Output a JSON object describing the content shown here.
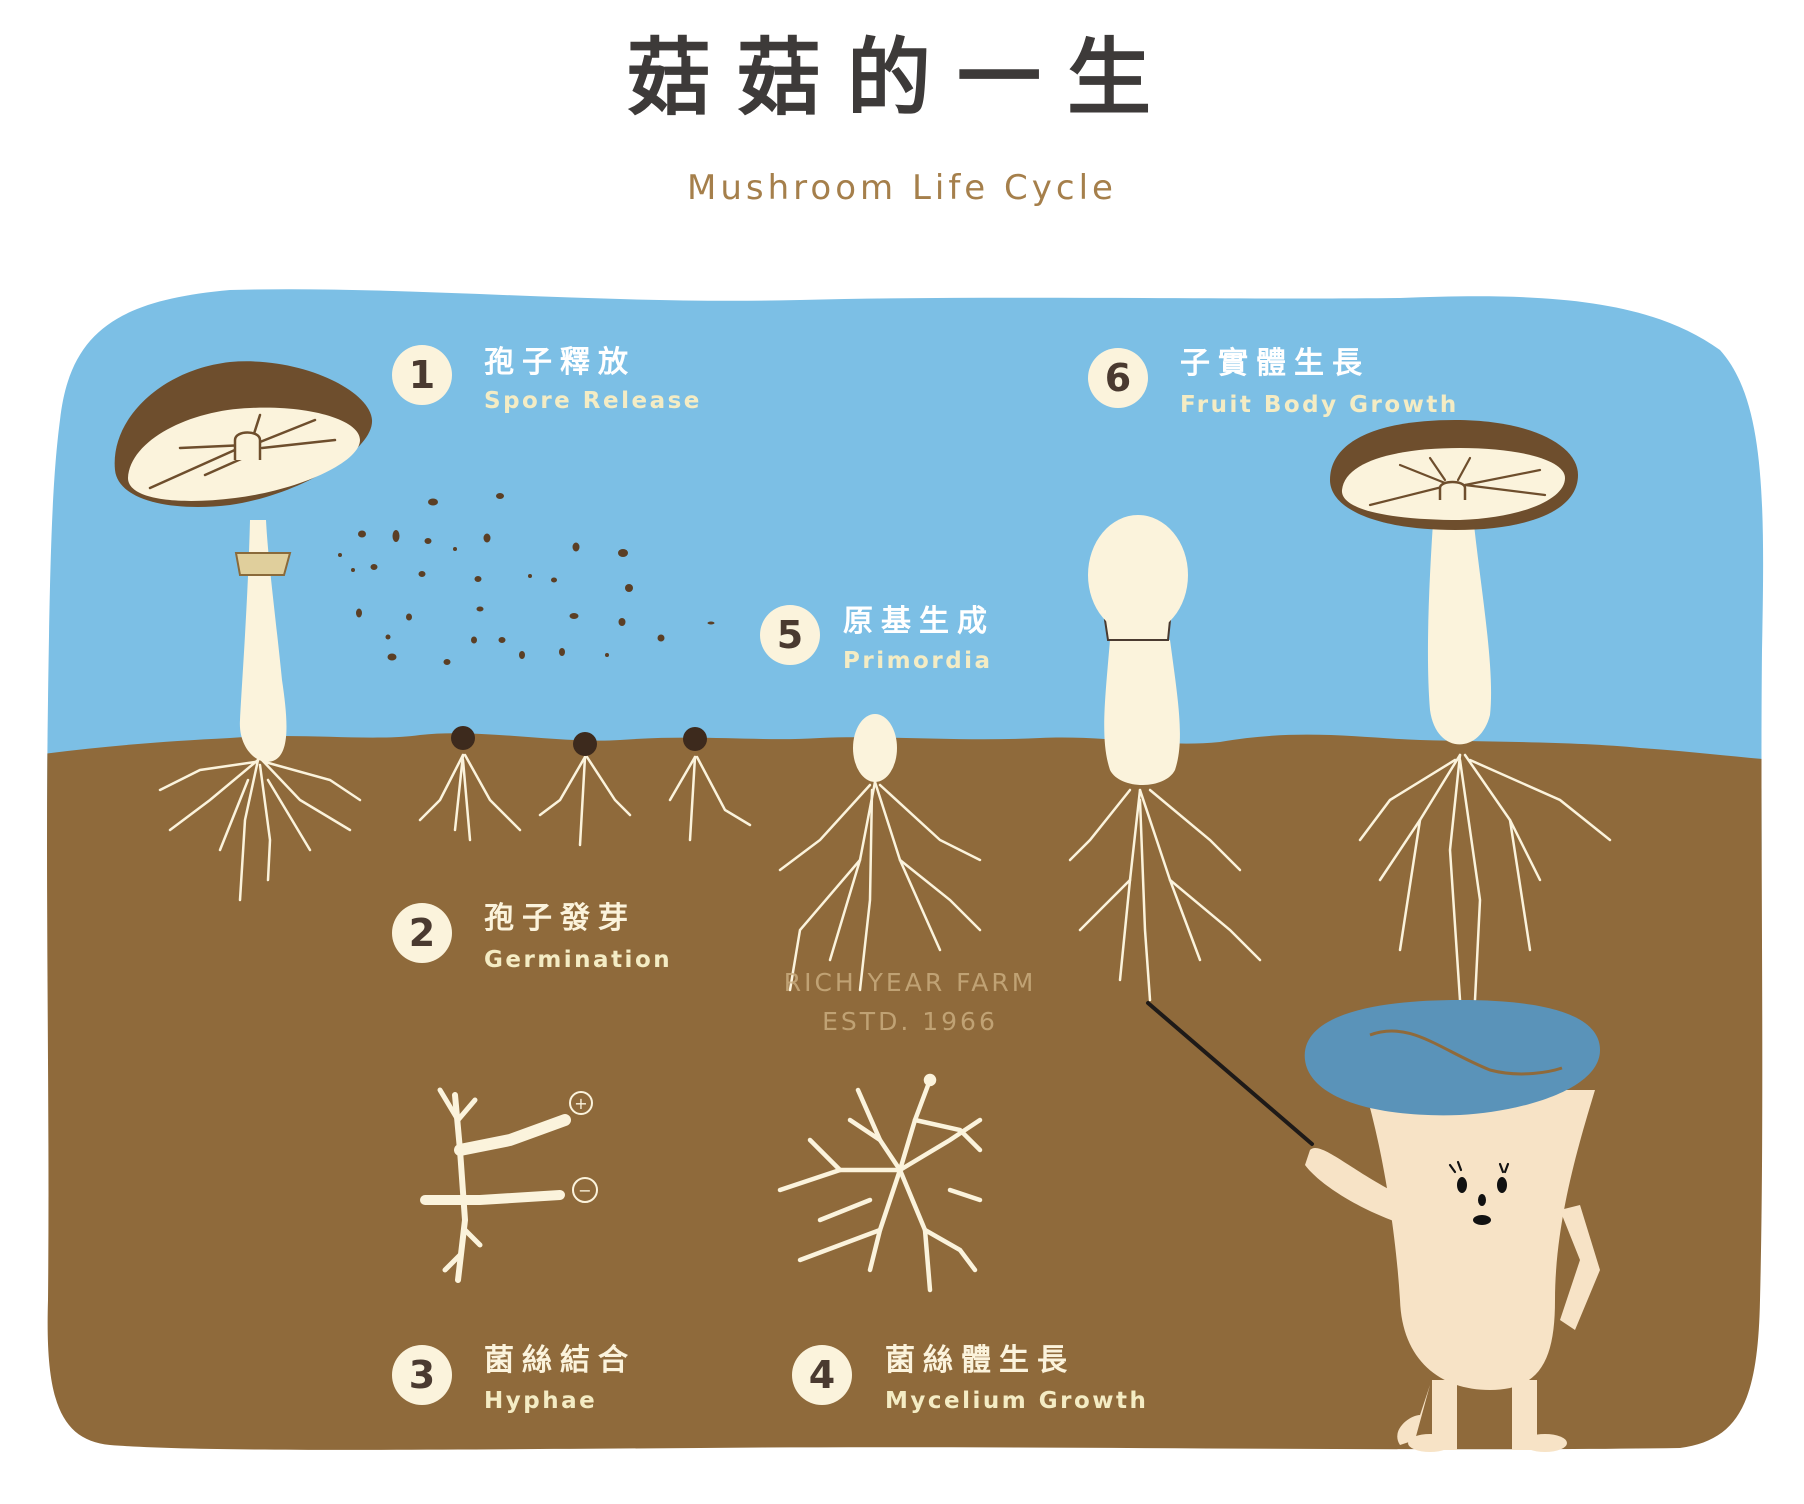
{
  "header": {
    "title": "菇菇的一生",
    "subtitle": "Mushroom Life Cycle"
  },
  "colors": {
    "sky": "#7cbfe5",
    "soil": "#8f6a3b",
    "cream": "#fbf3dc",
    "cap_brown": "#6e4e2d",
    "title": "#3d3a39",
    "subtitle": "#a57f4b",
    "character_hat": "#5a93b9",
    "character_body": "#f7e3c6"
  },
  "stages": [
    {
      "number": "1",
      "zh": "孢子釋放",
      "en": "Spore Release"
    },
    {
      "number": "2",
      "zh": "孢子發芽",
      "en": "Germination"
    },
    {
      "number": "3",
      "zh": "菌絲結合",
      "en": "Hyphae"
    },
    {
      "number": "4",
      "zh": "菌絲體生長",
      "en": "Mycelium Growth"
    },
    {
      "number": "5",
      "zh": "原基生成",
      "en": "Primordia"
    },
    {
      "number": "6",
      "zh": "子實體生長",
      "en": "Fruit Body Growth"
    }
  ],
  "hyphae_signs": {
    "plus": "+",
    "minus": "−"
  },
  "watermark": {
    "line1": "RICH YEAR FARM",
    "line2": "ESTD. 1966"
  },
  "icons": [
    "mature-mushroom-icon",
    "spores-icon",
    "germinating-spore-icon",
    "hyphae-icon",
    "mycelium-icon",
    "primordium-icon",
    "young-mushroom-icon",
    "teacher-mushroom-character"
  ]
}
